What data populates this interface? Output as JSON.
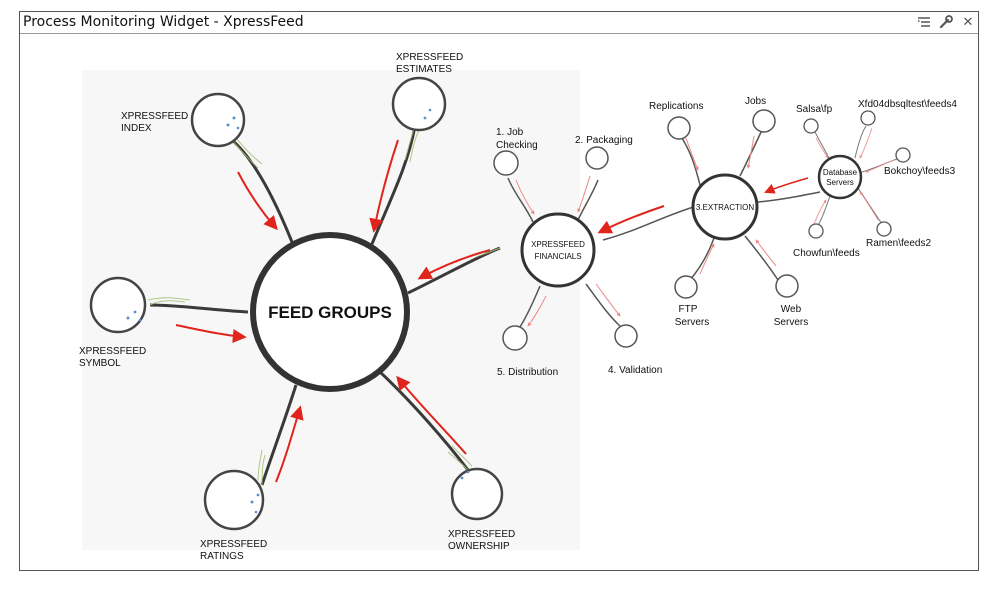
{
  "window": {
    "title": "Process Monitoring Widget - XpressFeed",
    "controls": [
      "list-icon",
      "wrench-icon",
      "close-icon"
    ],
    "close_glyph": "✕"
  },
  "diagram": {
    "hub": "FEED GROUPS",
    "feed_groups": {
      "index": [
        "XPRESSFEED",
        "INDEX"
      ],
      "estimates": [
        "XPRESSFEED",
        "ESTIMATES"
      ],
      "symbol": [
        "XPRESSFEED",
        "SYMBOL"
      ],
      "ratings": [
        "XPRESSFEED",
        "RATINGS"
      ],
      "ownership": [
        "XPRESSFEED",
        "OWNERSHIP"
      ]
    },
    "financials": {
      "label": [
        "XPRESSFEED",
        "FINANCIALS"
      ],
      "steps": {
        "job_checking": [
          "1. Job",
          "Checking"
        ],
        "packaging": "2. Packaging",
        "distribution": "5. Distribution",
        "validation": "4. Validation"
      }
    },
    "extraction": {
      "label": "3.EXTRACTION",
      "children": {
        "replications": "Replications",
        "jobs": "Jobs",
        "ftp_servers": [
          "FTP",
          "Servers"
        ],
        "web_servers": [
          "Web",
          "Servers"
        ]
      }
    },
    "database_servers": {
      "label": [
        "Database",
        "Servers"
      ],
      "children": {
        "salsa": "Salsa\\fp",
        "xfd": "Xfd04dbsqltest\\feeds4",
        "bokchoy": "Bokchoy\\feeds3",
        "ramen": "Ramen\\feeds2",
        "chowfun": "Chowfun\\feeds"
      }
    },
    "colors": {
      "arrow": "#e0241b",
      "line": "#3a3a3a",
      "fiber_green": "#a9c27a",
      "fiber_blue": "#5b8fd0"
    }
  }
}
